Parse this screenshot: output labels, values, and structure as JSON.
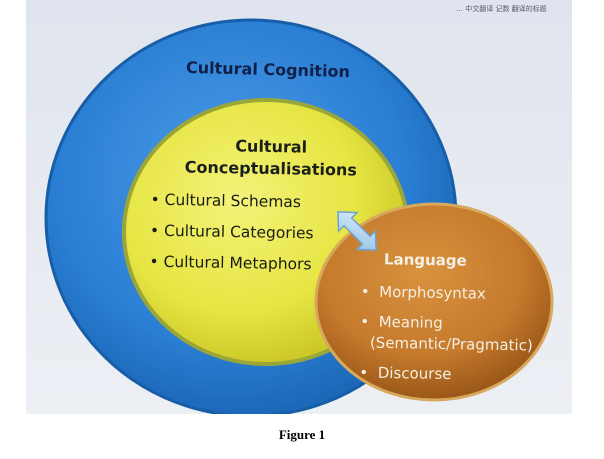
{
  "diagram": {
    "outer_circle": {
      "label": "Cultural Cognition",
      "color": "#2a7fd4"
    },
    "middle_circle": {
      "title_line1": "Cultural",
      "title_line2": "Conceptualisations",
      "items": [
        "Cultural Schemas",
        "Cultural Categories",
        "Cultural Metaphors"
      ],
      "color": "#e6e542"
    },
    "inner_circle": {
      "title": "Language",
      "items": [
        {
          "line1": "Morphosyntax",
          "line2": ""
        },
        {
          "line1": "Meaning",
          "line2": "(Semantic/Pragmatic)"
        },
        {
          "line1": "Discourse",
          "line2": ""
        }
      ],
      "color": "#c57a2c"
    },
    "connector": {
      "icon": "double-arrow-icon",
      "color": "#b9d9f2"
    },
    "top_right_text": "… 中文翻译   记数   翻译的标题"
  },
  "caption": "Figure 1"
}
